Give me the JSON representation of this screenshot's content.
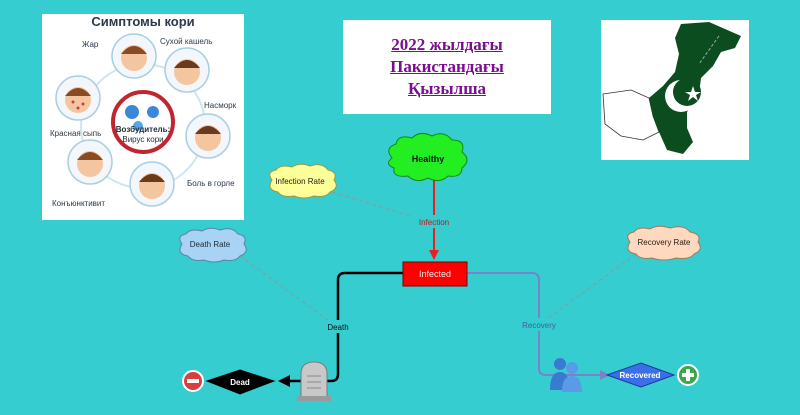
{
  "title": {
    "line1": "2022 жылдағы",
    "line2": "Пакистандағы",
    "line3": "Қызылша"
  },
  "symptoms_image": {
    "heading": "Симптомы кори",
    "labels": {
      "fever": "Жар",
      "dry_cough": "Сухой кашель",
      "runny_nose": "Насморк",
      "red_rash": "Красная сыпь",
      "pathogen_line1": "Возбудитель:",
      "pathogen_line2": "Вирус кори",
      "sore_throat": "Боль в горле",
      "conjunctivitis": "Конъюнктивит"
    }
  },
  "model": {
    "stocks": {
      "healthy": "Healthy",
      "infected": "Infected",
      "dead": "Dead",
      "recovered": "Recovered"
    },
    "flows": {
      "infection": "Infection",
      "death": "Death",
      "recovery": "Recovery"
    },
    "variables": {
      "infection_rate": "Infection Rate",
      "death_rate": "Death Rate",
      "recovery_rate": "Recovery Rate"
    }
  },
  "colors": {
    "background": "#35cdd0",
    "title_text": "#7a0e8e",
    "healthy_cloud": "#22ee22",
    "infected_box": "#ff0000",
    "infection_flow": "#e82020",
    "death_flow": "#000000",
    "recovery_flow": "#7a83c8",
    "recovered_diamond": "#3a6fe8",
    "infection_rate_cloud": "#ffff99",
    "death_rate_cloud": "#a9d3f5",
    "recovery_rate_cloud": "#ffd9bf",
    "pakistan_flag_green": "#0b4d1e"
  },
  "icons": {
    "minus": "minus-circle-icon",
    "plus": "plus-circle-icon",
    "tombstone": "tombstone-icon",
    "people": "people-icon",
    "virus": "virus-icon"
  }
}
